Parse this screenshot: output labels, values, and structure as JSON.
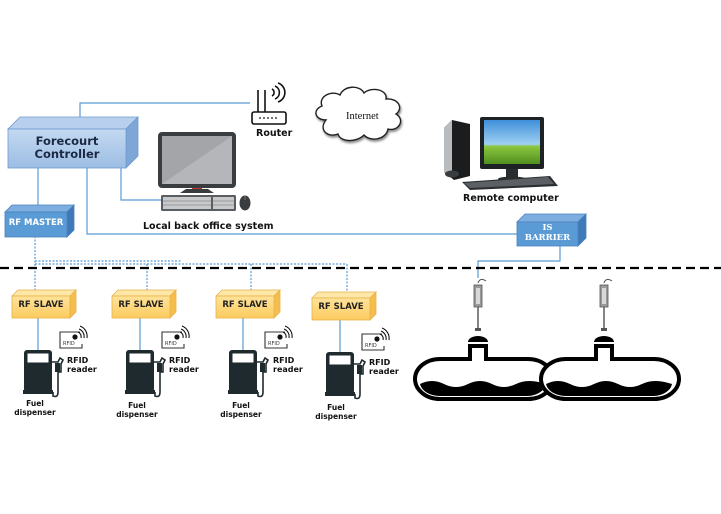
{
  "diagram": {
    "title": "Fuel station forecourt RF network",
    "colors": {
      "blue_box": "#5b9bd5",
      "light_blue_box": "#a9c7ea",
      "slave_box": "#fdd27a",
      "line": "#5b9bd5",
      "hazard_line": "#000000",
      "icon_dark": "#1f2a2e"
    },
    "nodes": {
      "forecourt_controller": {
        "line1": "Forecourt",
        "line2": "Controller"
      },
      "rf_master": {
        "label": "RF MASTER"
      },
      "router": {
        "label": "Router"
      },
      "internet": {
        "label": "Internet"
      },
      "local_back_office": {
        "label": "Local back office system"
      },
      "remote_computer": {
        "label": "Remote computer"
      },
      "is_barrier": {
        "line1": "IS",
        "line2": "BARRIER"
      }
    },
    "slaves": [
      {
        "label": "RF SLAVE",
        "rfid_tag": "RFID",
        "reader_line1": "RFID",
        "reader_line2": "reader",
        "disp_line1": "Fuel",
        "disp_line2": "dispenser"
      },
      {
        "label": "RF SLAVE",
        "rfid_tag": "RFID",
        "reader_line1": "RFID",
        "reader_line2": "reader",
        "disp_line1": "Fuel",
        "disp_line2": "dispenser"
      },
      {
        "label": "RF SLAVE",
        "rfid_tag": "RFID",
        "reader_line1": "RFID",
        "reader_line2": "reader",
        "disp_line1": "Fuel",
        "disp_line2": "dispenser"
      },
      {
        "label": "RF SLAVE",
        "rfid_tag": "RFID",
        "reader_line1": "RFID",
        "reader_line2": "reader",
        "disp_line1": "Fuel",
        "disp_line2": "dispenser"
      }
    ],
    "tanks": [
      {
        "name": "tank-1",
        "probe": "level-probe"
      },
      {
        "name": "tank-2",
        "probe": "level-probe"
      }
    ],
    "icons": [
      "router-icon",
      "cloud-icon",
      "desktop-monitor-icon",
      "keyboard-icon",
      "mouse-icon",
      "remote-pc-icon",
      "fuel-pump-icon",
      "rfid-reader-icon",
      "level-probe-icon",
      "storage-tank-icon"
    ]
  }
}
